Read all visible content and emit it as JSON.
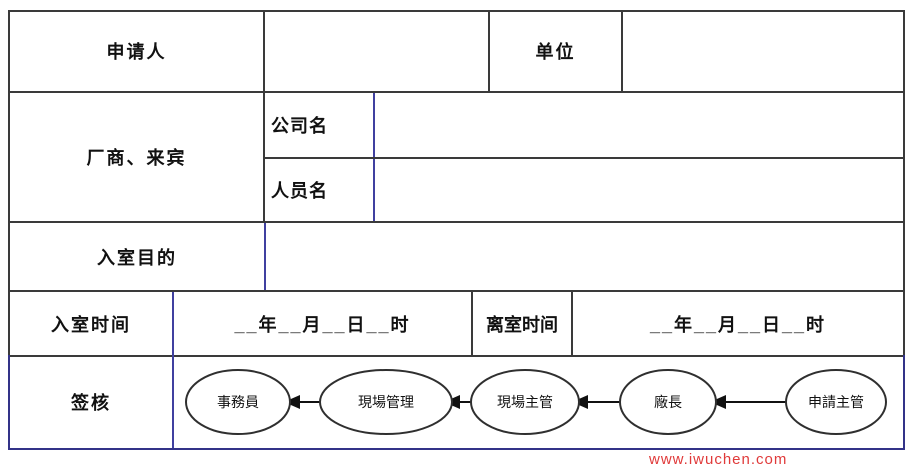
{
  "form": {
    "applicant_label": "申请人",
    "unit_label": "单位",
    "vendor_guest_label": "厂商、来宾",
    "company_name_label": "公司名",
    "person_name_label": "人员名",
    "purpose_label": "入室目的",
    "entry_time_label": "入室时间",
    "entry_time_value": "__年__月__日__时",
    "leave_time_label": "离室时间",
    "leave_time_value": "__年__月__日__时",
    "sign_off_label": "签核"
  },
  "flowchart": {
    "direction": "right-to-left",
    "nodes": [
      {
        "label": "事務員"
      },
      {
        "label": "現場管理"
      },
      {
        "label": "現場主管"
      },
      {
        "label": "廠長"
      },
      {
        "label": "申請主管"
      }
    ]
  },
  "watermark": {
    "text": "www.iwuchen.com"
  },
  "colors": {
    "border_dark": "#3a3a3a",
    "border_blue": "#4040a0",
    "sign_row_outline": "#333388",
    "watermark_red": "#e03a3a"
  }
}
